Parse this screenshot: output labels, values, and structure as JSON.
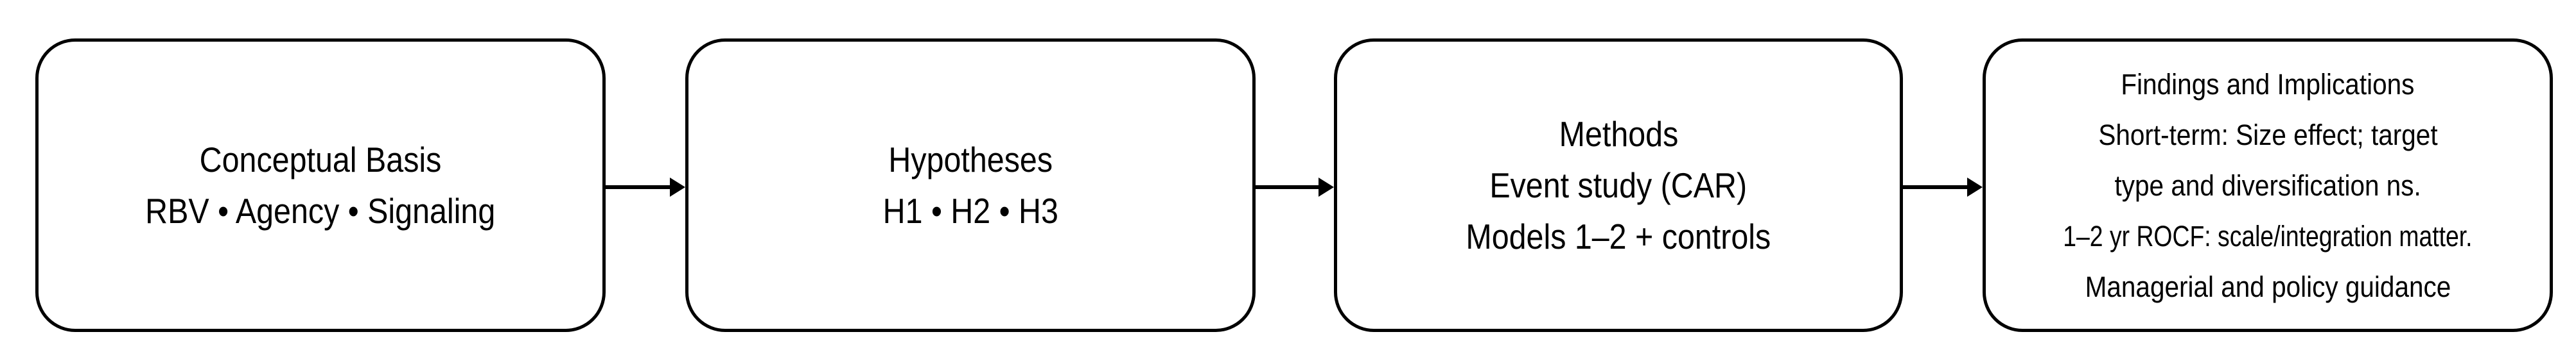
{
  "diagram": {
    "type": "flowchart",
    "orientation": "left-to-right",
    "background_color": "#ffffff",
    "stroke_color": "#000000",
    "text_color": "#000000",
    "nodes": [
      {
        "id": "conceptual-basis",
        "title": "Conceptual Basis",
        "lines": [
          "Conceptual  Basis",
          "RBV • Agency • Signaling"
        ]
      },
      {
        "id": "hypotheses",
        "title": "Hypotheses",
        "lines": [
          "Hypotheses",
          "H1 • H2 • H3"
        ]
      },
      {
        "id": "methods",
        "title": "Methods",
        "lines": [
          "Methods",
          "Event study (CAR)",
          "Models 1–2 + controls"
        ]
      },
      {
        "id": "findings-and-implications",
        "title": "Findings and Implications",
        "lines": [
          "Findings and Implications",
          "Short-term: Size effect; target",
          "type and diversification ns.",
          "1–2 yr ROCF: scale/integration matter.",
          "Managerial and policy guidance"
        ]
      }
    ],
    "connectors": [
      {
        "id": "arrow-1",
        "from": "conceptual-basis",
        "to": "hypotheses",
        "glyph": "arrow-right"
      },
      {
        "id": "arrow-2",
        "from": "hypotheses",
        "to": "methods",
        "glyph": "arrow-right"
      },
      {
        "id": "arrow-3",
        "from": "methods",
        "to": "findings-and-implications",
        "glyph": "arrow-right"
      }
    ]
  }
}
